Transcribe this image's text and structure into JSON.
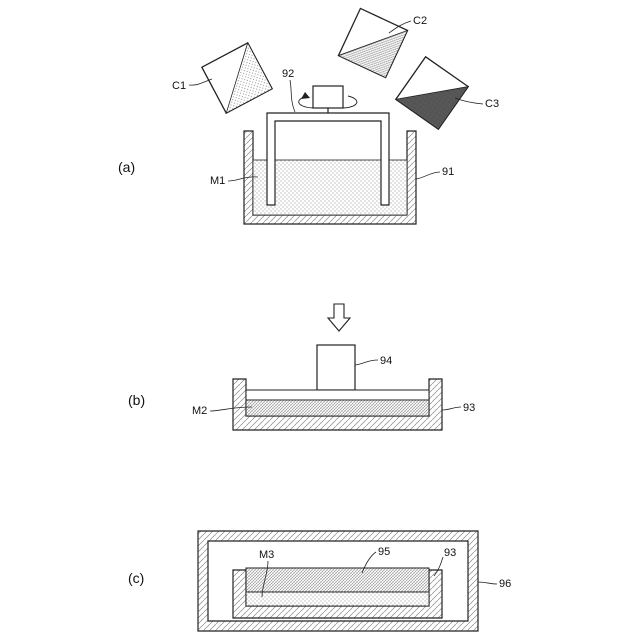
{
  "panels": {
    "a": "(a)",
    "b": "(b)",
    "c": "(c)"
  },
  "labels": {
    "c1": "C1",
    "c2": "C2",
    "c3": "C3",
    "mixer": "92",
    "vessel_a": "91",
    "mixture_m1": "M1",
    "press": "94",
    "mold_b": "93",
    "layer_m2": "M2",
    "layer_m3": "M3",
    "cover_95": "95",
    "mold_c": "93",
    "oven": "96"
  },
  "colors": {
    "line": "#222222",
    "c3_fill": "#555555",
    "dot": "#888888",
    "hatch": "#777777"
  }
}
